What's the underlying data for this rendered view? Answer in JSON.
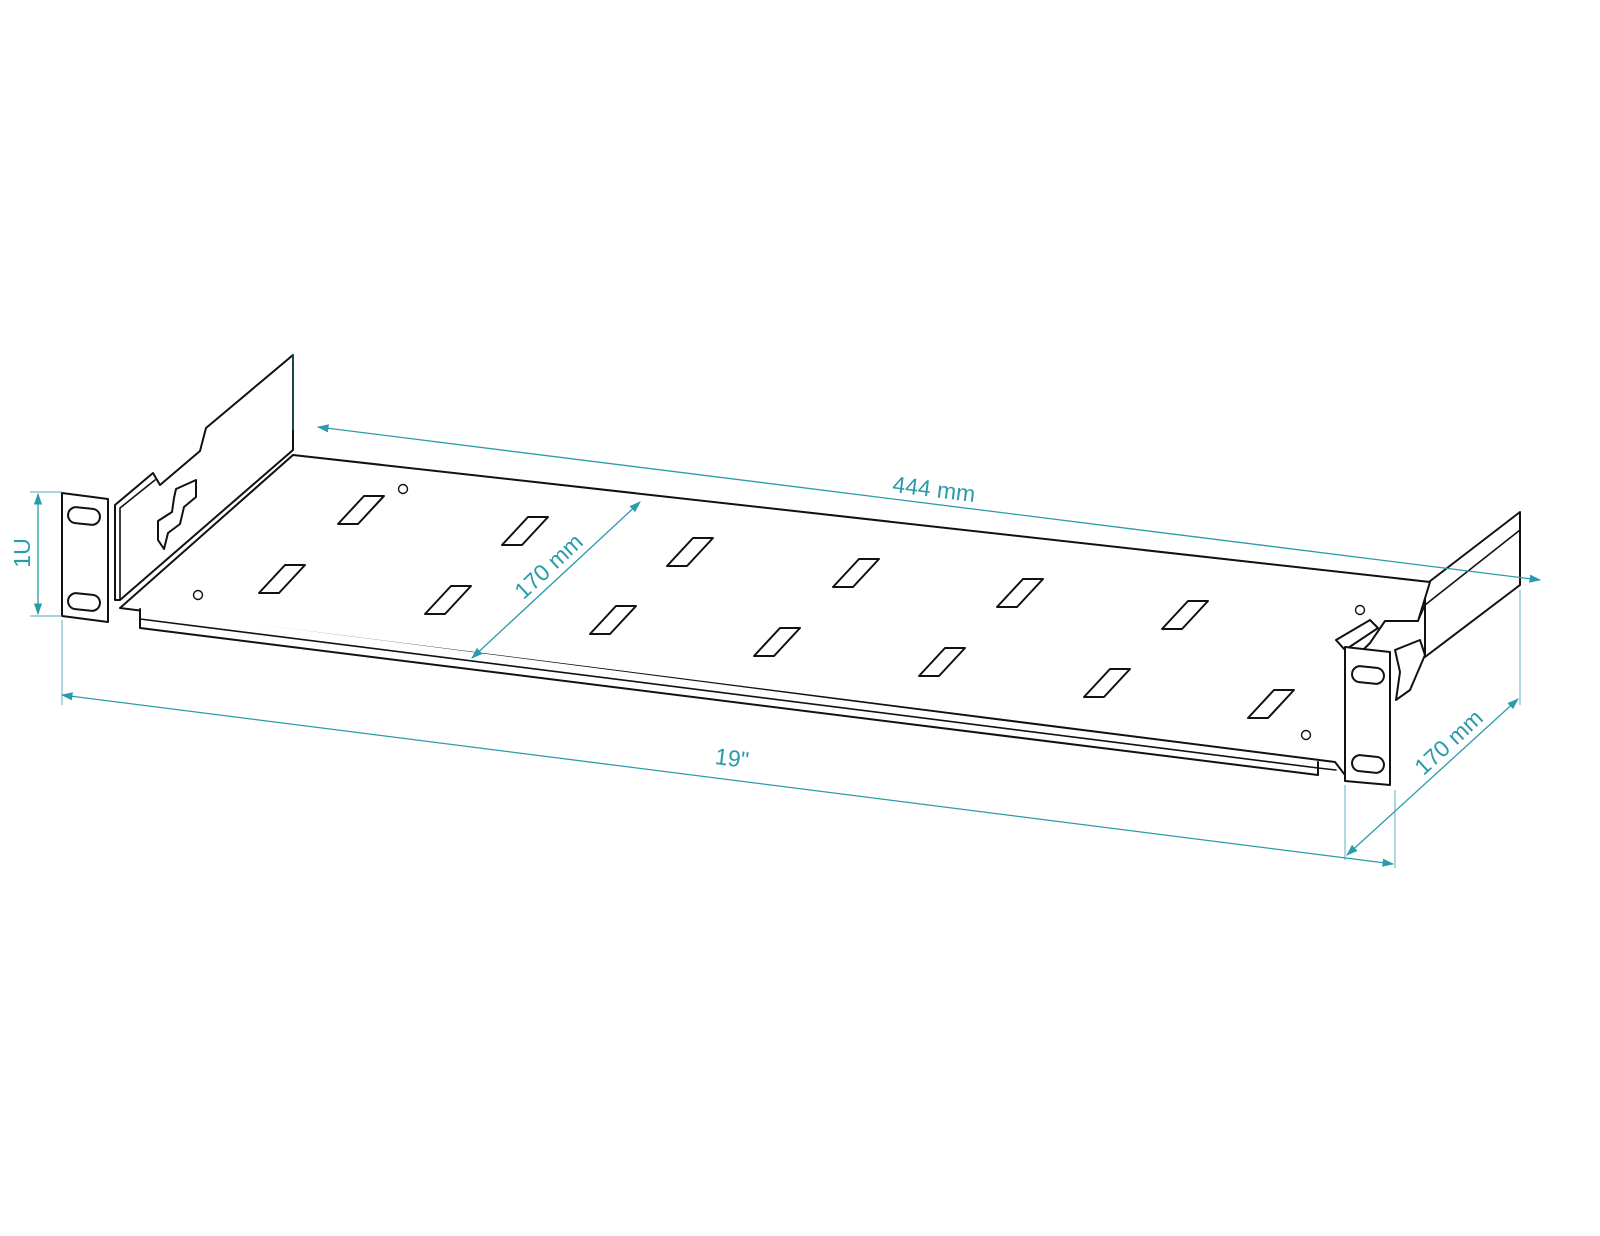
{
  "colors": {
    "outline": "#111111",
    "dimension": "#2a9bab",
    "background": "#ffffff"
  },
  "dimensions": {
    "height_label": "1U",
    "width_inner_label": "444 mm",
    "depth_top_label": "170 mm",
    "width_outer_label": "19\"",
    "depth_side_label": "170 mm"
  }
}
